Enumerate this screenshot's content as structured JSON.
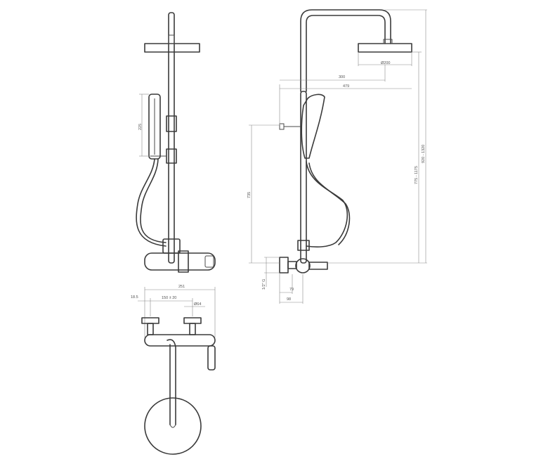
{
  "dimensions": {
    "front": {
      "hand_shower": "225"
    },
    "side": {
      "head_diameter": "Ø200",
      "arm_300": "300",
      "arm_479": "479",
      "height_735": "735",
      "height_range_1": "775 - 1175",
      "height_range_2": "920 - 1320",
      "connection": "1/2\" G",
      "depth_79": "79",
      "depth_98": "98"
    },
    "top": {
      "width_251": "251",
      "centers": "150 ± 20",
      "offset": "18.5",
      "outlet_diameter": "Ø64"
    }
  }
}
